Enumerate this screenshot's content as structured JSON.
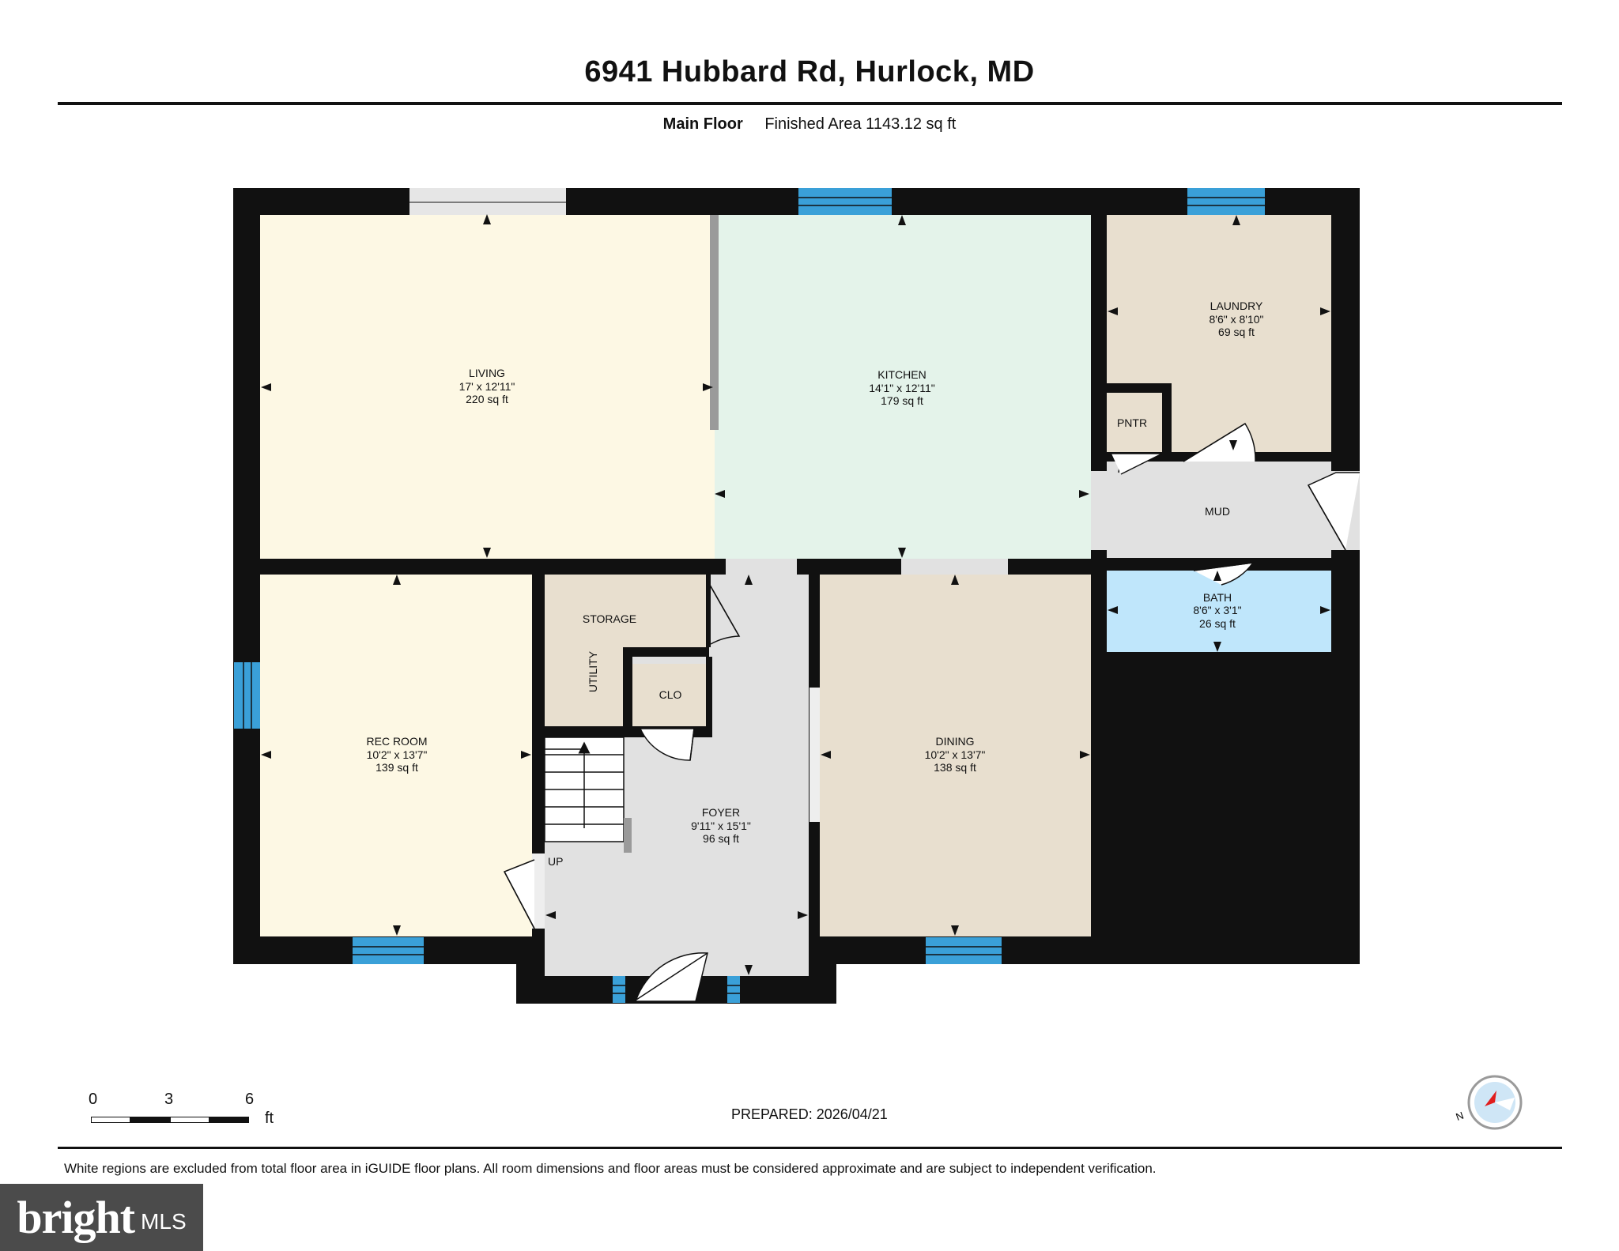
{
  "header": {
    "title": "6941 Hubbard Rd, Hurlock, MD",
    "floor_label": "Main Floor",
    "finished_area": "Finished Area 1143.12 sq ft"
  },
  "rooms": {
    "living": {
      "name": "LIVING",
      "dims": "17' x 12'11\"",
      "area": "220 sq ft"
    },
    "kitchen": {
      "name": "KITCHEN",
      "dims": "14'1\" x 12'11\"",
      "area": "179 sq ft"
    },
    "laundry": {
      "name": "LAUNDRY",
      "dims": "8'6\" x 8'10\"",
      "area": "69 sq ft"
    },
    "pantry": {
      "name": "PNTR"
    },
    "mud": {
      "name": "MUD"
    },
    "bath": {
      "name": "BATH",
      "dims": "8'6\" x 3'1\"",
      "area": "26 sq ft"
    },
    "storage": {
      "name": "STORAGE"
    },
    "utility": {
      "name": "UTILITY"
    },
    "closet": {
      "name": "CLO"
    },
    "rec": {
      "name": "REC ROOM",
      "dims": "10'2\" x 13'7\"",
      "area": "139 sq ft"
    },
    "foyer": {
      "name": "FOYER",
      "dims": "9'11\" x 15'1\"",
      "area": "96 sq ft"
    },
    "dining": {
      "name": "DINING",
      "dims": "10'2\" x 13'7\"",
      "area": "138 sq ft"
    },
    "stairs": {
      "label": "UP"
    }
  },
  "colors": {
    "wall": "#111111",
    "window": "#3aa0d8",
    "living": "#fdf8e4",
    "rec": "#fdf8e4",
    "kitchen": "#e4f3ea",
    "laundry": "#e8dfcf",
    "storage": "#e8dfcf",
    "dining": "#e8dfcf",
    "foyer": "#e1e1e1",
    "mud": "#e1e1e1",
    "bath": "#bfe6fb"
  },
  "scale": {
    "ticks": [
      "0",
      "3",
      "6"
    ],
    "unit": "ft"
  },
  "footer": {
    "prepared": "PREPARED: 2026/04/21",
    "disclaimer": "White regions are excluded from total floor area in iGUIDE floor plans. All room dimensions and floor areas must be considered approximate and are subject to independent verification.",
    "compass_label": "N",
    "logo_brand": "bright",
    "logo_suffix": "MLS"
  }
}
